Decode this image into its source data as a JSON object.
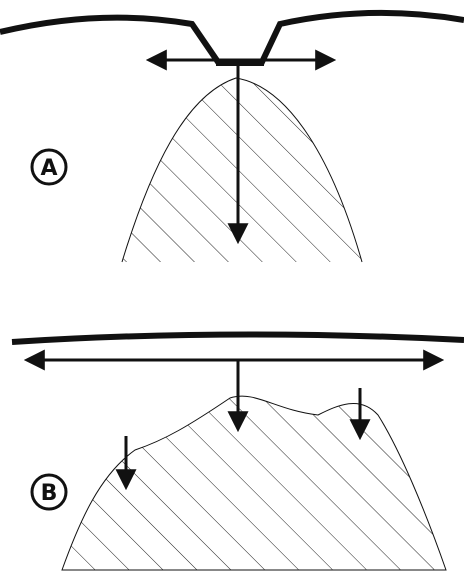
{
  "panels": [
    {
      "id": "A",
      "label": "A"
    },
    {
      "id": "B",
      "label": "B"
    }
  ],
  "colors": {
    "stroke": "#111111",
    "hatch": "#222222",
    "background": "#ffffff"
  }
}
